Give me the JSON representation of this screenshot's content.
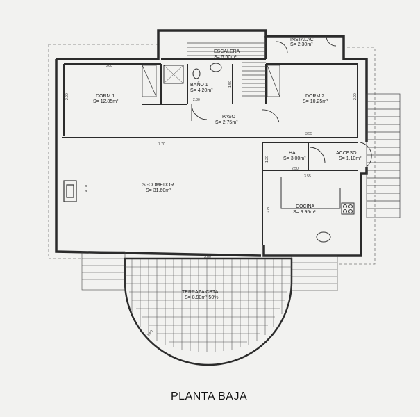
{
  "plan": {
    "title": "PLANTA BAJA",
    "rooms": [
      {
        "key": "escalera",
        "name": "ESCALERA",
        "area": "S= 5.60m²"
      },
      {
        "key": "instalac",
        "name": "INSTALAC",
        "area": "S= 2.30m²"
      },
      {
        "key": "bano1",
        "name": "BAÑO 1",
        "area": "S= 4.20m²"
      },
      {
        "key": "dorm1",
        "name": "DORM.1",
        "area": "S= 12.85m²"
      },
      {
        "key": "dorm2",
        "name": "DORM.2",
        "area": "S= 10.25m²"
      },
      {
        "key": "paso",
        "name": "PASO",
        "area": "S= 2.75m²"
      },
      {
        "key": "hall",
        "name": "HALL",
        "area": "S= 3.00m²"
      },
      {
        "key": "acceso",
        "name": "ACCESO",
        "area": "S= 1.10m²"
      },
      {
        "key": "comedor",
        "name": "S.-COMEDOR",
        "area": "S= 31.60m²"
      },
      {
        "key": "cocina",
        "name": "COCINA",
        "area": "S= 9.95m²"
      },
      {
        "key": "terraza",
        "name": "TERRAZA CBTA",
        "area": "S= 8.90m² 50%"
      }
    ],
    "dimensions": [
      "3.60",
      "2.90",
      "2.80",
      "1.50",
      "1.20",
      "3.55",
      "7.70",
      "2.50",
      "3.55",
      "4.10",
      "2.80",
      "3.80",
      "2.90",
      "2.60"
    ]
  },
  "colors": {
    "line": "#2b2b2b",
    "light": "#777777",
    "paper": "#f2f2f0"
  }
}
